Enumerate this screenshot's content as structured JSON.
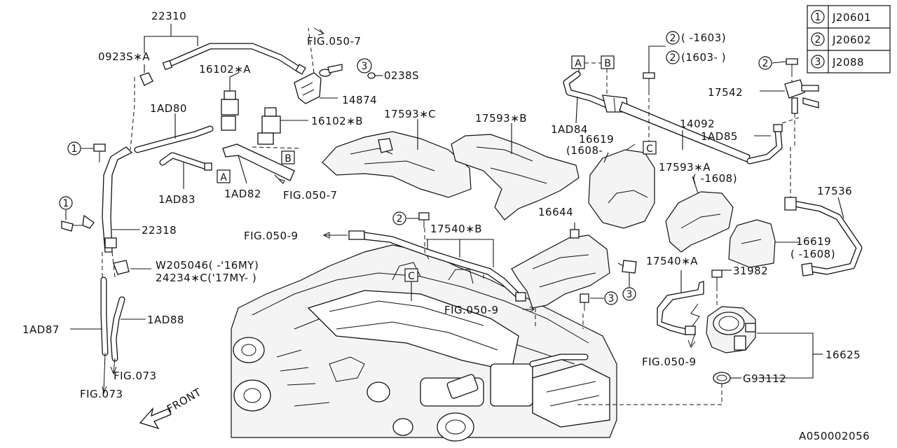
{
  "legend": [
    {
      "num": "1",
      "code": "J20601"
    },
    {
      "num": "2",
      "code": "J20602"
    },
    {
      "num": "3",
      "code": "J2088"
    }
  ],
  "labels": {
    "l22310": "22310",
    "l0923s": "0923S∗A",
    "l16102a": "16102∗A",
    "l0238s": "0238S",
    "l14874": "14874",
    "l1ad80": "1AD80",
    "l16102b": "16102∗B",
    "l17593c": "17593∗C",
    "l17593b": "17593∗B",
    "l1ad83": "1AD83",
    "l1ad82": "1AD82",
    "lfig050_7a": "FIG.050-7",
    "lfig050_7b": "FIG.050-7",
    "l1ad84": "1AD84",
    "l16619a": "16619",
    "l1608a": "(1608-",
    "l14092": "14092",
    "l1ad85": "1AD85",
    "l17542": "17542",
    "l2_1603a": "(  -1603)",
    "l2_1603b": "(1603-  )",
    "l17593a": "17593∗A",
    "l1608b": "(  -1608)",
    "l17536": "17536",
    "l22318": "22318",
    "lfig050_9a": "FIG.050-9",
    "l17540b": "17540∗B",
    "l16644": "16644",
    "l16619b": "16619",
    "l1608c": "(  -1608)",
    "lw205046": "W205046( -'16MY)",
    "l24234c": "24234∗C('17MY- )",
    "l17540a": "17540∗A",
    "l31982": "31982",
    "lfig050_9b": "FIG.050-9",
    "l1ad87": "1AD87",
    "l1ad88": "1AD88",
    "lfig073a": "FIG.073",
    "lfig073b": "FIG.073",
    "l16625": "16625",
    "lfig050_9c": "FIG.050-9",
    "lg93112": "G93112",
    "lfront": "FRONT",
    "code": "A050002056"
  },
  "refs": {
    "a": "A",
    "b": "B",
    "c": "C"
  },
  "callouts": {
    "one": "1",
    "two": "2",
    "three": "3"
  }
}
